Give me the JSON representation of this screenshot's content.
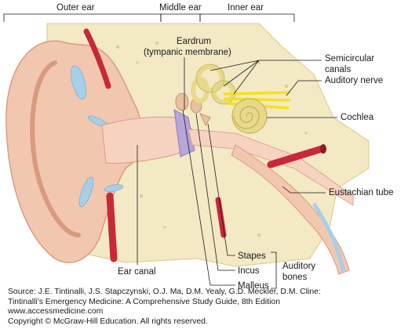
{
  "regions": {
    "outer_ear": "Outer ear",
    "middle_ear": "Middle ear",
    "inner_ear": "Inner ear"
  },
  "labels": {
    "eardrum_line1": "Eardrum",
    "eardrum_line2": "(tympanic membrane)",
    "semicircular_line1": "Semicircular",
    "semicircular_line2": "canals",
    "auditory_nerve": "Auditory nerve",
    "cochlea": "Cochlea",
    "eustachian_tube": "Eustachian tube",
    "ear_canal": "Ear canal",
    "stapes": "Stapes",
    "incus": "Incus",
    "malleus": "Malleus",
    "auditory_bones_line1": "Auditory",
    "auditory_bones_line2": "bones"
  },
  "source": {
    "line1": "Source: J.E. Tintinalli, J.S. Stapczynski, O.J. Ma, D.M. Yealy, G.D. Meckler, D.M. Cline:",
    "line2": "Tintinalli's Emergency Medicine: A Comprehensive Study Guide, 8th Edition",
    "line3": "www.accessmedicine.com",
    "line4": "Copyright © McGraw-Hill Education.  All rights reserved."
  },
  "colors": {
    "skin": "#f2c7b0",
    "skin_dark": "#d99a80",
    "cartilage": "#a8cfe8",
    "bone": "#f3e9c4",
    "bone_dark": "#d8c98e",
    "canal": "#f6d3c0",
    "eardrum": "#b7a6d8",
    "nerve": "#f4e21a",
    "artery": "#c8283a",
    "labyrinth": "#e8d98a"
  }
}
